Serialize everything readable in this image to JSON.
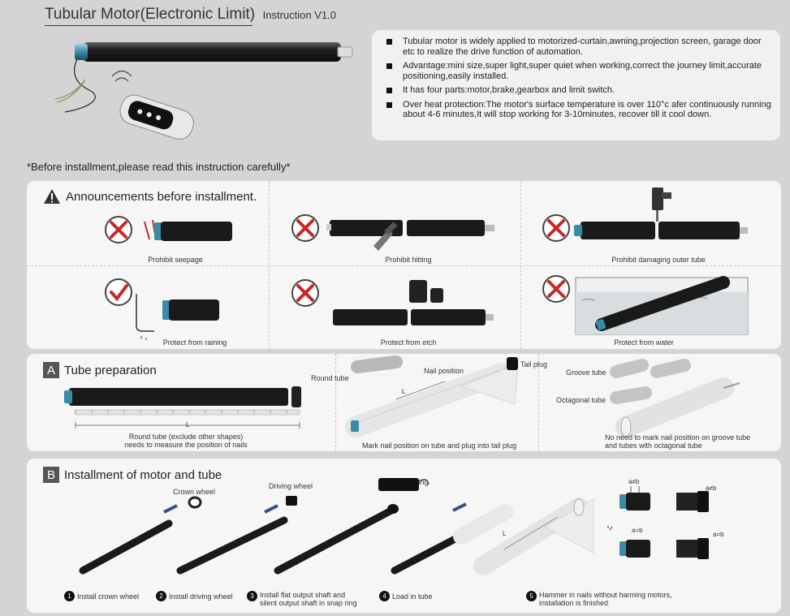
{
  "header": {
    "title": "Tubular Motor(Electronic Limit)",
    "subtitle": "Instruction V1.0"
  },
  "info_bullets": [
    "Tubular motor is widely applied to motorized-curtain,awning,projection screen, garage door etc to realize the drive function of automation.",
    "Advantage:mini size,super light,super quiet when working,correct the journey limit,accurate positioning,easily installed.",
    "It has four parts:motor,brake,gearbox and limit switch.",
    "Over heat protection:The motor's surface temperature is over 110°c afer continuously running about 4-6 minutes,It will stop working for 3-10minutes, recover till it cool down."
  ],
  "warning": "*Before  installment,please read this instruction carefully*",
  "announcements": {
    "title": "Announcements before installment.",
    "items": [
      {
        "caption": "Prohibit seepage",
        "mark": "cross"
      },
      {
        "caption": "Prohibit hitting",
        "mark": "cross"
      },
      {
        "caption": "Prohibit damaging outer tube",
        "mark": "cross"
      },
      {
        "caption": "Protect from raining",
        "mark": "check"
      },
      {
        "caption": "Protect from etch",
        "mark": "cross"
      },
      {
        "caption": "Protect from water",
        "mark": "cross"
      }
    ]
  },
  "tube_prep": {
    "letter": "A",
    "title": "Tube preparation",
    "cap_round_measure": "Round tube (exclude other shapes)\nneeds to measure the position of nails",
    "cap_mark_nail": "Mark nail position on tube and plug into tail plug",
    "cap_no_need": "No need to mark nail position on groove tube\nand tubes with octagonal tube",
    "label_round_tube": "Round tube",
    "label_nail_position": "Nail position",
    "label_tail_plug": "Tail plug",
    "label_groove_tube": "Groove tube",
    "label_octagonal_tube": "Octagonal tube",
    "label_L": "L"
  },
  "install": {
    "letter": "B",
    "title": "Installment of motor and tube",
    "label_crown_wheel": "Crown wheel",
    "label_driving_wheel": "Driving wheel",
    "label_snap_ring": "Snap ring",
    "label_L": "L",
    "label_ab1": "a≠b",
    "label_ab2": "a≠b",
    "label_ab3": "a=b",
    "label_ab4": "a=b",
    "steps": [
      {
        "num": "1",
        "text": "Install crown wheel"
      },
      {
        "num": "2",
        "text": "Install driving wheel"
      },
      {
        "num": "3",
        "text": "Install flat output shaft and\nsilent output shaft in snap ring"
      },
      {
        "num": "4",
        "text": "Load in tube"
      },
      {
        "num": "5",
        "text": "Hammer in nails without harming motors,\ninstallation is finished"
      }
    ]
  }
}
